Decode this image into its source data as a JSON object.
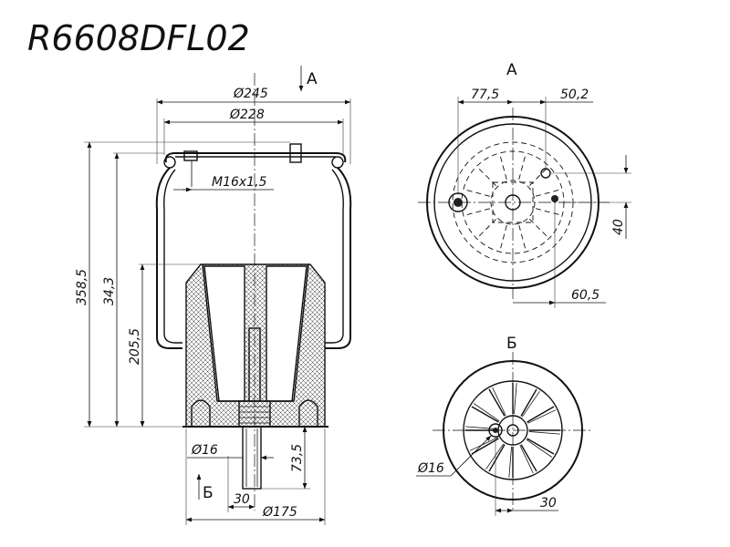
{
  "title": "R6608DFL02",
  "views": {
    "view_a_label": "А",
    "view_b_label": "Б"
  },
  "section": {
    "arrow_a": "А",
    "arrow_b": "Б",
    "dims": {
      "outer_diameter": "Ø245",
      "plate_diameter": "Ø228",
      "thread": "M16x1,5",
      "total_height": "358,5",
      "height_34_3": "34,3",
      "height_205_5": "205,5",
      "stud_diameter": "Ø16",
      "stud_length": "73,5",
      "stud_offset": "30",
      "base_diameter": "Ø175"
    }
  },
  "top_view": {
    "dims": {
      "offset_left": "77,5",
      "offset_right": "50,2",
      "vertical_40": "40",
      "horizontal_60_5": "60,5"
    }
  },
  "bottom_view": {
    "dims": {
      "hole_diameter": "Ø16",
      "offset_30": "30"
    }
  }
}
